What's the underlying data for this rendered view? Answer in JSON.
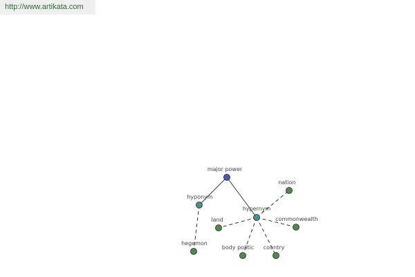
{
  "header": {
    "url": "http://www.artikata.com"
  },
  "graph": {
    "colors": {
      "root": "#4a5aa8",
      "relation": "#4a9090",
      "leaf": "#4e8a4e",
      "edge": "#333333"
    },
    "nodes": [
      {
        "id": "major-power",
        "label": "major power",
        "kind": "root"
      },
      {
        "id": "hyponym",
        "label": "hyponym",
        "kind": "relation"
      },
      {
        "id": "hypernym",
        "label": "hypernym",
        "kind": "relation"
      },
      {
        "id": "hegemon",
        "label": "hegemon",
        "kind": "leaf"
      },
      {
        "id": "nation",
        "label": "nation",
        "kind": "leaf"
      },
      {
        "id": "land",
        "label": "land",
        "kind": "leaf"
      },
      {
        "id": "commonwealth",
        "label": "commonwealth",
        "kind": "leaf"
      },
      {
        "id": "body-politic",
        "label": "body politic",
        "kind": "leaf"
      },
      {
        "id": "country",
        "label": "country",
        "kind": "leaf"
      }
    ],
    "edges": [
      {
        "from": "major-power",
        "to": "hyponym",
        "style": "solid"
      },
      {
        "from": "major-power",
        "to": "hypernym",
        "style": "solid"
      },
      {
        "from": "hyponym",
        "to": "hegemon",
        "style": "dashed"
      },
      {
        "from": "hypernym",
        "to": "nation",
        "style": "dashed"
      },
      {
        "from": "hypernym",
        "to": "land",
        "style": "dashed"
      },
      {
        "from": "hypernym",
        "to": "commonwealth",
        "style": "dashed"
      },
      {
        "from": "hypernym",
        "to": "body-politic",
        "style": "dashed"
      },
      {
        "from": "hypernym",
        "to": "country",
        "style": "dashed"
      }
    ]
  }
}
